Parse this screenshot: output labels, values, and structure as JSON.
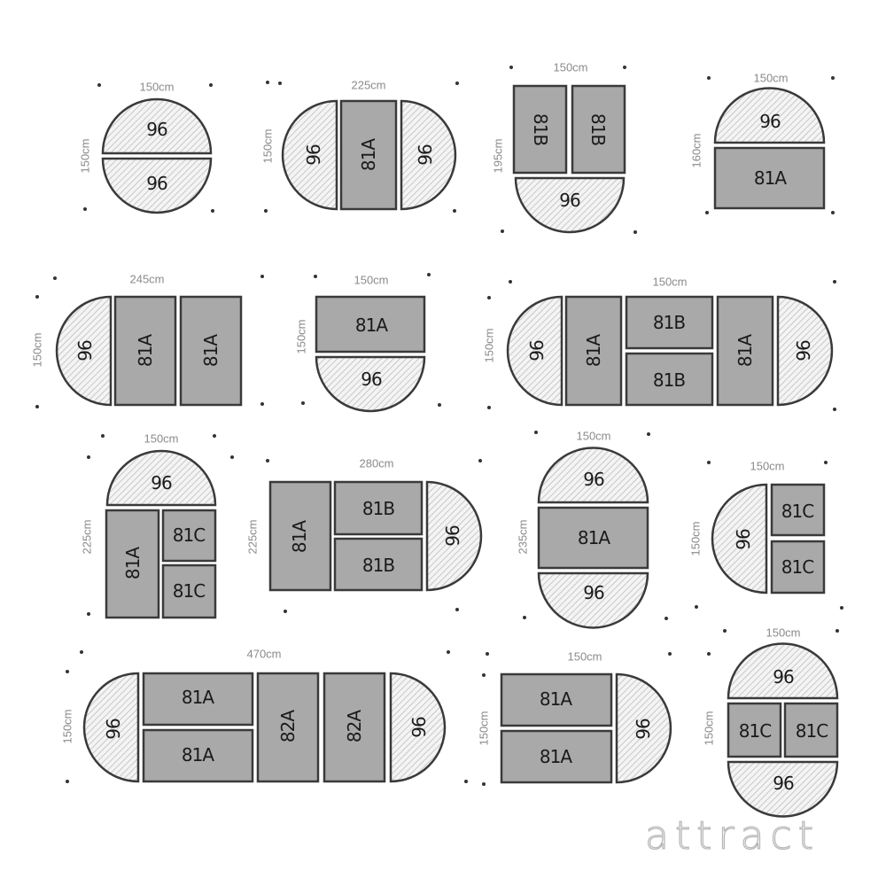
{
  "brand": "attract",
  "configurations": [
    {
      "id": "c1",
      "width": "150cm",
      "height": "150cm",
      "pieces": [
        "96",
        "96"
      ]
    },
    {
      "id": "c2",
      "width": "225cm",
      "height": "150cm",
      "pieces": [
        "96",
        "81A",
        "96"
      ]
    },
    {
      "id": "c3",
      "width": "150cm",
      "height": "195cm",
      "pieces": [
        "81B",
        "81B",
        "96"
      ]
    },
    {
      "id": "c4",
      "width": "150cm",
      "height": "160cm",
      "pieces": [
        "96",
        "81A"
      ]
    },
    {
      "id": "c5",
      "width": "245cm",
      "height": "150cm",
      "pieces": [
        "96",
        "81A",
        "81A"
      ]
    },
    {
      "id": "c6",
      "width": "150cm",
      "height": "150cm",
      "pieces": [
        "81A",
        "96"
      ]
    },
    {
      "id": "c7",
      "width": "150cm",
      "height": "150cm",
      "pieces": [
        "96",
        "81A",
        "81B",
        "81B",
        "81A",
        "96"
      ]
    },
    {
      "id": "c8",
      "width": "150cm",
      "height": "225cm",
      "pieces": [
        "96",
        "81A",
        "81C",
        "81C"
      ]
    },
    {
      "id": "c9",
      "width": "280cm",
      "height": "225cm",
      "pieces": [
        "81A",
        "81B",
        "81B",
        "96"
      ]
    },
    {
      "id": "c10",
      "width": "150cm",
      "height": "235cm",
      "pieces": [
        "96",
        "81A",
        "96"
      ]
    },
    {
      "id": "c11",
      "width": "150cm",
      "height": "150cm",
      "pieces": [
        "96",
        "81C",
        "81C"
      ]
    },
    {
      "id": "c12",
      "width": "470cm",
      "height": "150cm",
      "pieces": [
        "96",
        "81A",
        "81A",
        "82A",
        "82A",
        "96"
      ]
    },
    {
      "id": "c13",
      "width": "150cm",
      "height": "150cm",
      "pieces": [
        "81A",
        "81A",
        "96"
      ]
    },
    {
      "id": "c14",
      "width": "150cm",
      "height": "150cm",
      "pieces": [
        "96",
        "81C",
        "81C",
        "96"
      ]
    }
  ]
}
